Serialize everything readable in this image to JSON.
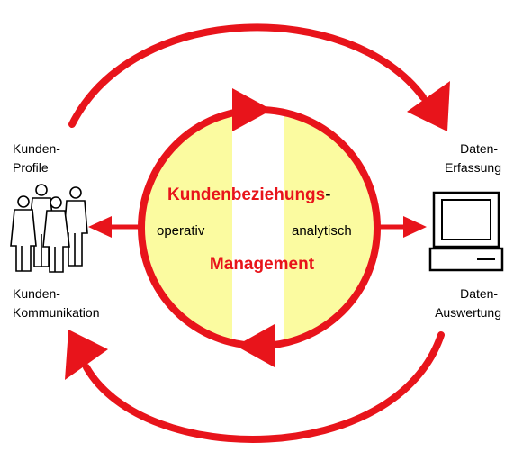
{
  "diagram": {
    "title_line1": "Kundenbeziehungs",
    "title_hyphen": "-",
    "title_line2": "Management",
    "operative_label": "operativ",
    "analytical_label": "analytisch",
    "left_top_line1": "Kunden-",
    "left_top_line2": "Profile",
    "left_bottom_line1": "Kunden-",
    "left_bottom_line2": "Kommunikation",
    "right_top_line1": "Daten-",
    "right_top_line2": "Erfassung",
    "right_bottom_line1": "Daten-",
    "right_bottom_line2": "Auswertung",
    "people_icon": "people-group-icon",
    "computer_icon": "computer-monitor-icon"
  },
  "colors": {
    "red": "#e8141b",
    "yellow": "#fbfba0",
    "text": "#000000"
  }
}
